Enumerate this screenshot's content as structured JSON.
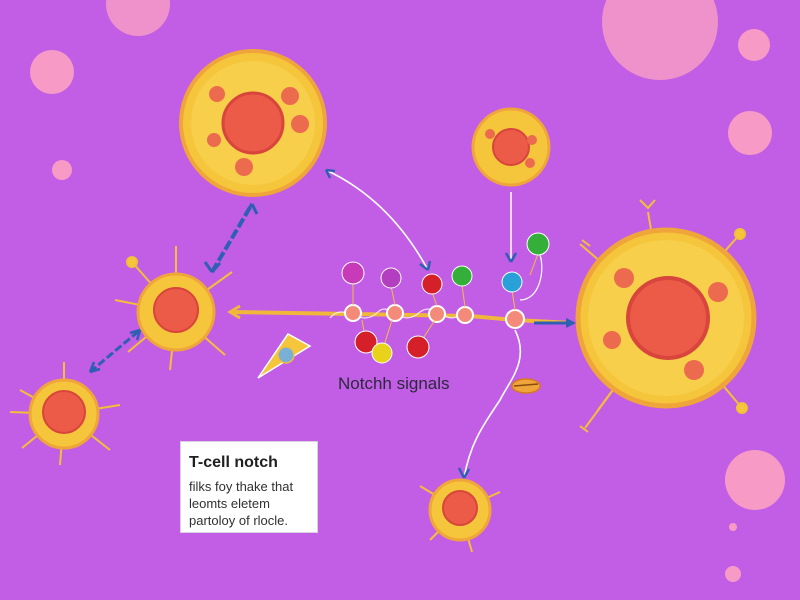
{
  "colors": {
    "background": "#c25de6",
    "cell_body": "#f5c63c",
    "cell_nucleus": "#ec5a48",
    "arrow": "#2f5fb3",
    "bubble": "#f79bc6"
  },
  "diagram": {
    "signal_label": "Notchh signals",
    "info_box": {
      "title": "T-cell notch",
      "lines": [
        "filks foy thake that",
        "leomts eletem",
        "partoloy of rlocle."
      ]
    }
  }
}
